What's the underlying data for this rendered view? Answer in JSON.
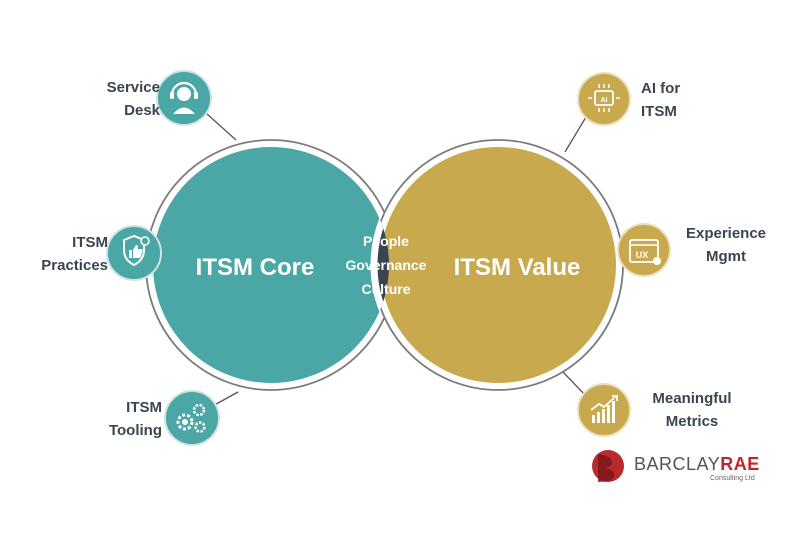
{
  "venn": {
    "left_title": "ITSM Core",
    "right_title": "ITSM Value",
    "overlap": [
      "People",
      "Governance",
      "Culture"
    ],
    "colors": {
      "left": "#4aa7a6",
      "right": "#c9a94e",
      "overlap": "#3a4450",
      "outline": "#7b7b7b"
    }
  },
  "items": {
    "service_desk": {
      "line1": "Service",
      "line2": "Desk",
      "icon": "headset-agent-icon"
    },
    "itsm_practices": {
      "line1": "ITSM",
      "line2": "Practices",
      "icon": "shield-thumbs-up-icon"
    },
    "itsm_tooling": {
      "line1": "ITSM",
      "line2": "Tooling",
      "icon": "gears-icon"
    },
    "ai_for_itsm": {
      "line1": "AI for",
      "line2": "ITSM",
      "icon": "ai-chip-icon"
    },
    "experience_mgmt": {
      "line1": "Experience",
      "line2": "Mgmt",
      "icon": "ux-window-icon"
    },
    "meaningful_metrics": {
      "line1": "Meaningful",
      "line2": "Metrics",
      "icon": "growth-chart-icon"
    }
  },
  "logo": {
    "brand_a": "BARCLAY",
    "brand_b": "RAE",
    "sub": "Consulting Ltd"
  }
}
